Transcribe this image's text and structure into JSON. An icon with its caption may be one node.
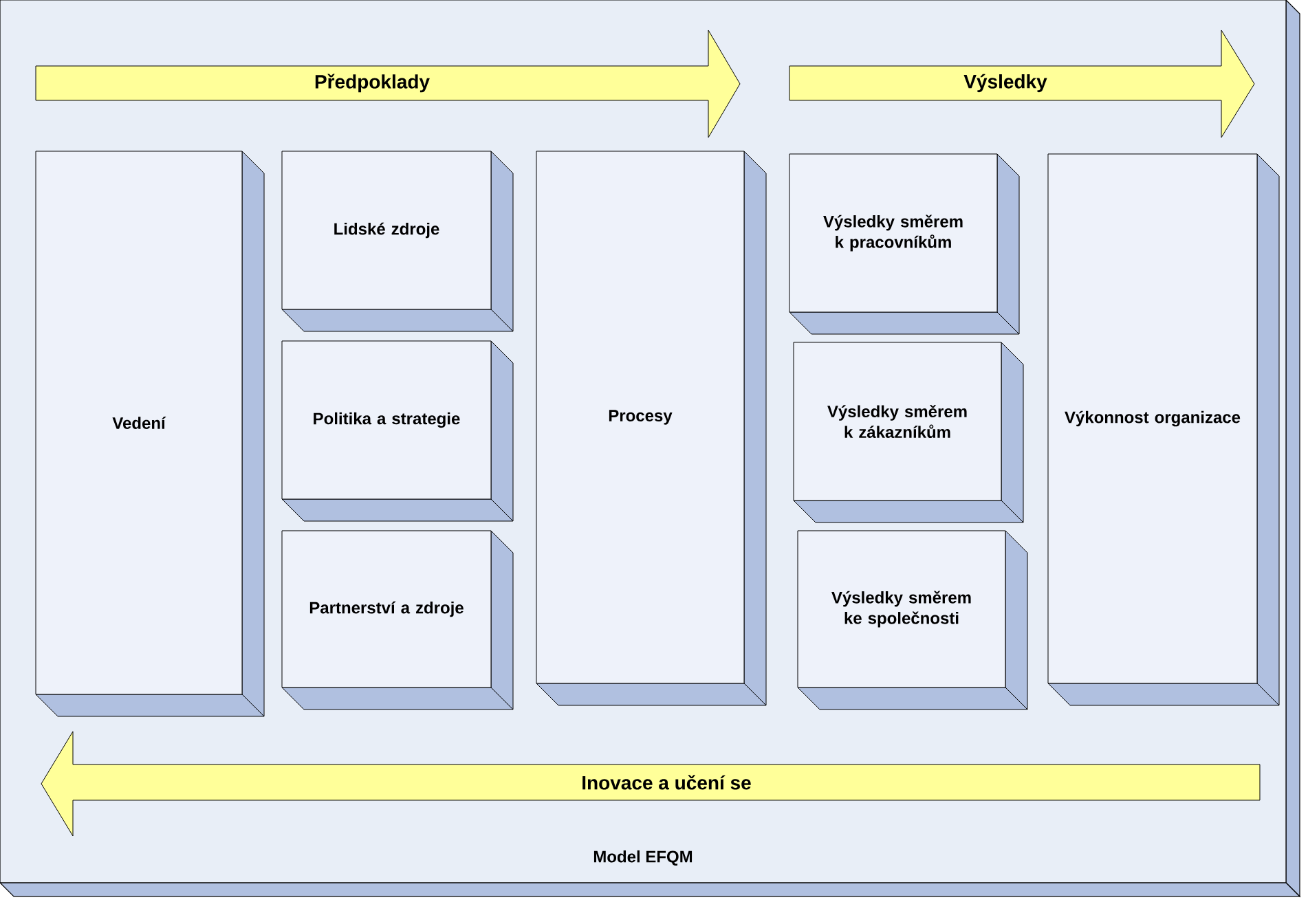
{
  "diagram": {
    "nodes": [
      {
        "text": [
          "Model EFQM"
        ]
      },
      {
        "text": [
          "Předpoklady"
        ],
        "in": 0
      },
      {
        "text": [
          "Výsledky"
        ],
        "in": 0
      },
      {
        "text": [
          "Vedení"
        ],
        "in": 0
      },
      {
        "text": [
          "Lidské zdroje"
        ],
        "in": 0
      },
      {
        "text": [
          "Politika a strategie"
        ],
        "in": 0
      },
      {
        "text": [
          "Partnerství a zdroje"
        ],
        "in": 0
      },
      {
        "text": [
          "Procesy"
        ],
        "in": 0
      },
      {
        "text": [
          "Výsledky směrem k pracovníkům"
        ],
        "in": 0
      },
      {
        "text": [
          "Výsledky směrem k zákazníkům"
        ],
        "in": 0
      },
      {
        "text": [
          "Výsledky směrem ke společnosti"
        ],
        "in": 0
      },
      {
        "text": [
          "Výkonnost organizace"
        ],
        "in": 0
      },
      {
        "text": [
          "Inovace a učení se"
        ],
        "in": 0
      }
    ]
  }
}
